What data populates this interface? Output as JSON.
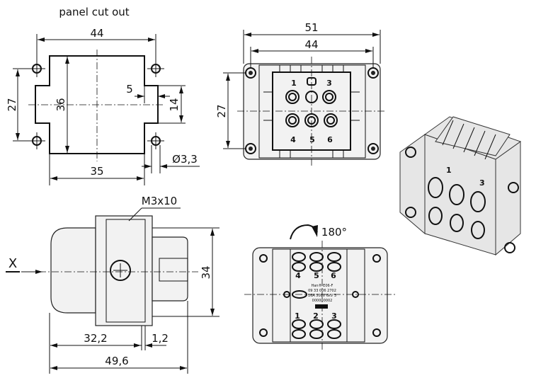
{
  "panel_cutout": {
    "title": "panel cut out",
    "dim_width_holes": "44",
    "dim_height_holes": "27",
    "dim_height_cut": "36",
    "dim_notch_depth": "5",
    "dim_notch_height": "14",
    "dim_hole_diameter": "Ø3,3",
    "dim_width_cut": "35"
  },
  "front_view": {
    "dim_overall_width": "51",
    "dim_hole_spacing": "44",
    "dim_height": "27",
    "contacts_top": [
      "1",
      "3"
    ],
    "contacts_bottom": [
      "4",
      "5",
      "6"
    ]
  },
  "side_view": {
    "view_label": "X",
    "screw_label": "M3x10",
    "dim_height": "34",
    "dim_length_body": "32,2",
    "dim_flange": "1,2",
    "dim_overall_length": "49,6"
  },
  "rear_view": {
    "rotation_label": "180°",
    "contacts_top": [
      "4",
      "5",
      "6"
    ],
    "contacts_bottom": [
      "1",
      "2",
      "3"
    ],
    "label_lines": [
      "Han® E06-F",
      "09 33 006 2702",
      "16A 500V 6kV 3",
      "000000002"
    ]
  },
  "iso_view": {
    "contacts": [
      "1",
      "3"
    ]
  }
}
